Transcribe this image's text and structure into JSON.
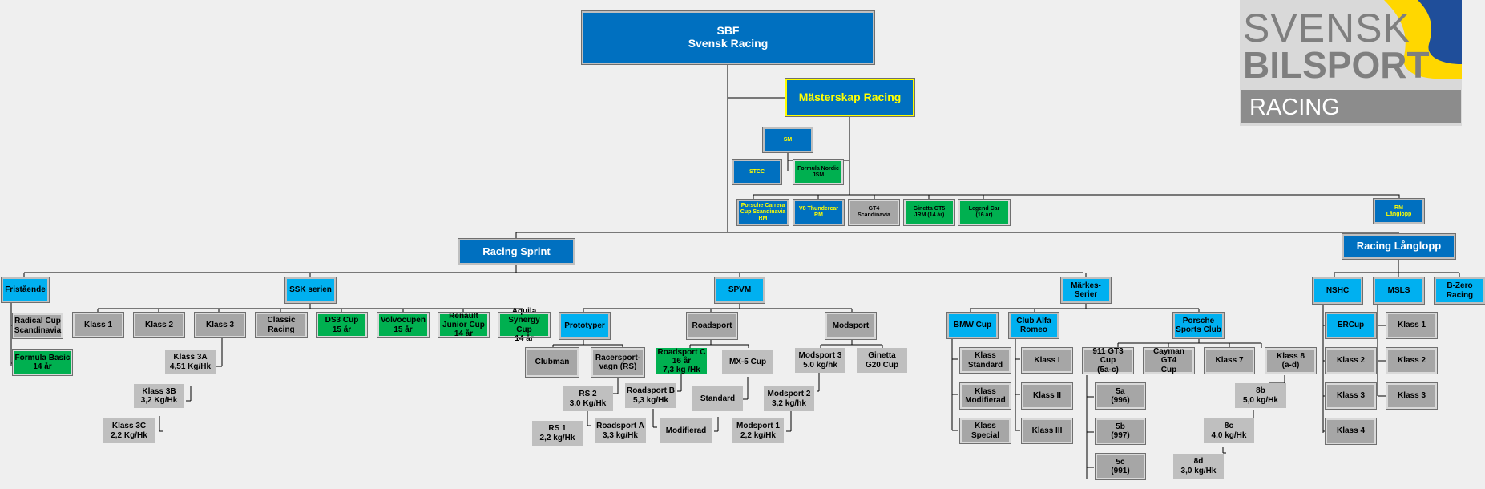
{
  "nodes": {
    "sbf": "SBF\nSvensk Racing",
    "masterskap": "Mästerskap Racing",
    "sm": "SM",
    "stcc": "STCC",
    "formula_nordic": "Formula Nordic\nJSM",
    "porsche_carrera": "Porsche Carrera\nCup Scandinavia\nRM",
    "v8_thunder": "V8 Thundercar\nRM",
    "gt4": "GT4\nScandinavia",
    "ginetta_gt5": "Ginetta GT5\nJRM (14 år)",
    "legend_car": "Legend Car\n(16 år)",
    "rm_langlopp": "RM\nLånglopp",
    "racing_sprint": "Racing Sprint",
    "racing_langlopp": "Racing Långlopp",
    "fristaende": "Fristående",
    "radical": "Radical Cup\nScandinavia",
    "formula_basic": "Formula Basic\n14 år",
    "ssk": "SSK serien",
    "klass1": "Klass 1",
    "klass2": "Klass 2",
    "klass3": "Klass 3",
    "classic": "Classic\nRacing",
    "ds3": "DS3 Cup\n15 år",
    "volvocupen": "Volvocupen\n15 år",
    "renault": "Renault\nJunior Cup\n14 år",
    "aquila": "Aquila Synergy\nCup\n14 år",
    "klass3a": "Klass 3A\n4,51 Kg/Hk",
    "klass3b": "Klass 3B\n3,2 Kg/Hk",
    "klass3c": "Klass 3C\n2,2 Kg/Hk",
    "spvm": "SPVM",
    "prototyper": "Prototyper",
    "roadsport": "Roadsport",
    "modsport": "Modsport",
    "clubman": "Clubman",
    "racersportvagn": "Racersport-\nvagn (RS)",
    "rs2": "RS 2\n3,0 Kg/Hk",
    "rs1": "RS 1\n2,2 kg/Hk",
    "roadsport_c": "Roadsport C\n16 år\n7,3 kg /Hk",
    "mx5": "MX-5 Cup",
    "roadsport_b": "Roadsport B\n5,3 kg/Hk",
    "roadsport_a": "Roadsport A\n3,3 kg/Hk",
    "standard": "Standard",
    "modifierad": "Modifierad",
    "modsport3": "Modsport 3\n5.0 kg/hk",
    "ginetta_g20": "Ginetta\nG20 Cup",
    "modsport2": "Modsport 2\n3,2 kg/hk",
    "modsport1": "Modsport 1\n2,2 kg/Hk",
    "markes": "Märkes-\nSerier",
    "bmw_cup": "BMW Cup",
    "alfa": "Club Alfa\nRomeo",
    "porsche_sc": "Porsche\nSports Club",
    "klass_standard": "Klass\nStandard",
    "klass_modifierad": "Klass\nModifierad",
    "klass_special": "Klass Special",
    "klass_i": "Klass I",
    "klass_ii": "Klass II",
    "klass_iii": "Klass III",
    "gt3cup": "911 GT3 Cup\n(5a-c)",
    "cayman": "Cayman GT4\nCup",
    "p_klass7": "Klass 7",
    "p_klass8": "Klass 8\n(a-d)",
    "k5a": "5a\n(996)",
    "k5b": "5b\n(997)",
    "k5c": "5c\n(991)",
    "k8b": "8b\n5,0 kg/Hk",
    "k8c": "8c\n4,0 kg/Hk",
    "k8d": "8d\n3,0 kg/Hk",
    "nshc": "NSHC",
    "msls": "MSLS",
    "bzero": "B-Zero\nRacing",
    "ercup": "ERCup",
    "n_klass2": "Klass 2",
    "n_klass3": "Klass 3",
    "n_klass4": "Klass 4",
    "m_klass1": "Klass 1",
    "m_klass2": "Klass 2",
    "m_klass3": "Klass 3"
  },
  "logo": {
    "line1": "SVENSK",
    "line2": "BILSPORT",
    "line3": "RACING",
    "colors": {
      "blue": "#1f4e9a",
      "yellow": "#ffd700",
      "gray": "#7f7f7f"
    }
  },
  "colors": {
    "dark_blue": "#0070c0",
    "light_blue": "#00b0f0",
    "gray": "#a6a6a6",
    "green": "#00b050",
    "yellow_text": "#ffff00"
  }
}
